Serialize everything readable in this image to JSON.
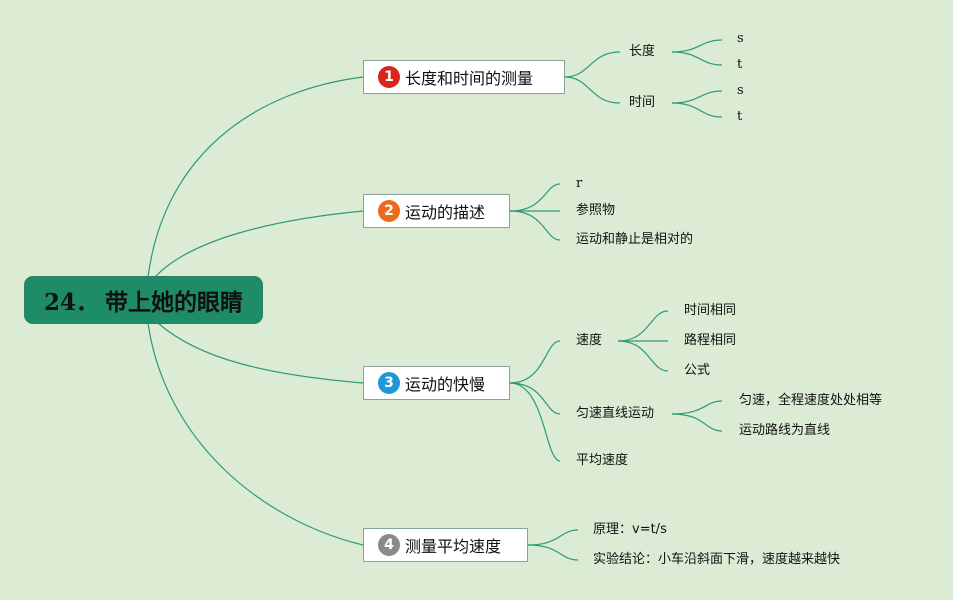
{
  "root": {
    "number": "24．",
    "title": "带上她的眼睛"
  },
  "branches": [
    {
      "badge": "1",
      "badge_color": "#d9261c",
      "label": "长度和时间的测量",
      "children": [
        {
          "label": "长度",
          "children": [
            "s",
            "t"
          ]
        },
        {
          "label": "时间",
          "children": [
            "s",
            "t"
          ]
        }
      ]
    },
    {
      "badge": "2",
      "badge_color": "#ec6a1c",
      "label": "运动的描述",
      "children": [
        {
          "label": "r"
        },
        {
          "label": "参照物"
        },
        {
          "label": "运动和静止是相对的"
        }
      ]
    },
    {
      "badge": "3",
      "badge_color": "#1f97d4",
      "label": "运动的快慢",
      "children": [
        {
          "label": "速度",
          "children": [
            "时间相同",
            "路程相同",
            "公式"
          ]
        },
        {
          "label": "匀速直线运动",
          "children": [
            "匀速，全程速度处处相等",
            "运动路线为直线"
          ]
        },
        {
          "label": "平均速度"
        }
      ]
    },
    {
      "badge": "4",
      "badge_color": "#8a8a8a",
      "label": "测量平均速度",
      "children": [
        {
          "label": "原理：v=t/s"
        },
        {
          "label": "实验结论：小车沿斜面下滑，速度越来越快"
        }
      ]
    }
  ]
}
